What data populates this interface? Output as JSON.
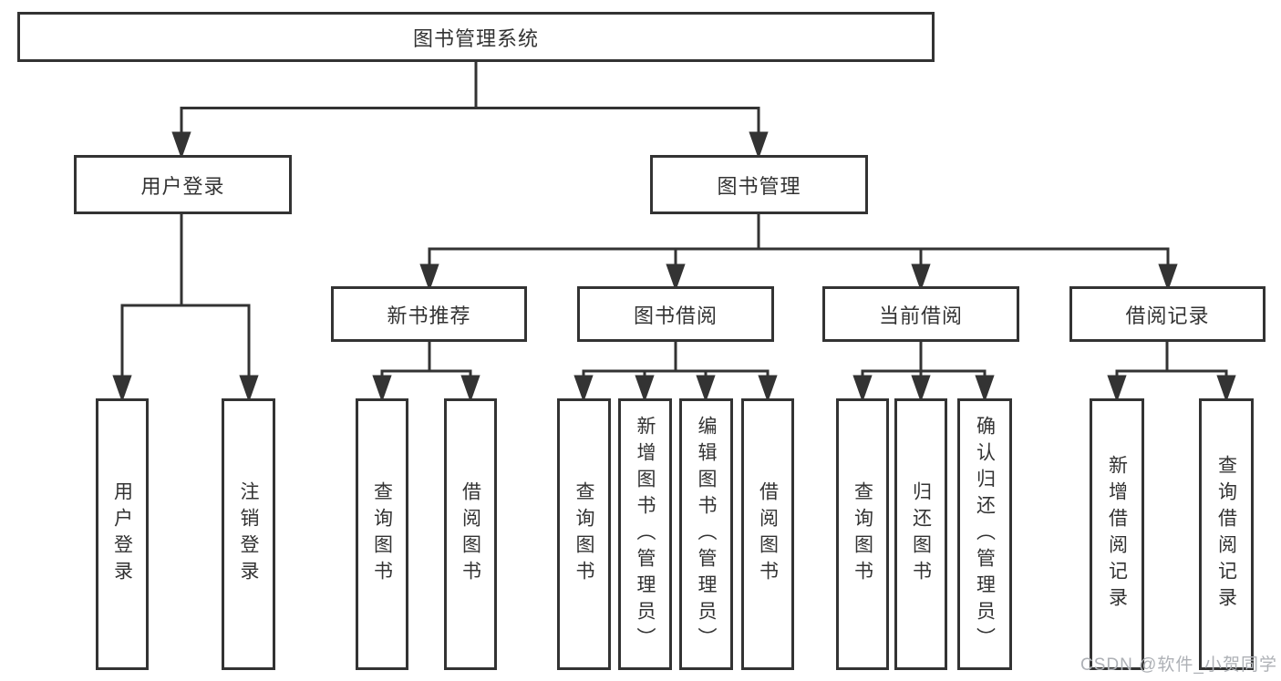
{
  "nodes": {
    "root": "图书管理系统",
    "level2": [
      "用户登录",
      "图书管理"
    ],
    "level3": [
      "新书推荐",
      "图书借阅",
      "当前借阅",
      "借阅记录"
    ],
    "leaves": [
      "用户登录",
      "注销登录",
      "查询图书",
      "借阅图书",
      "查询图书",
      "新增图书（管理员）",
      "编辑图书（管理员）",
      "借阅图书",
      "查询图书",
      "归还图书",
      "确认归还（管理员）",
      "新增借阅记录",
      "查询借阅记录"
    ]
  },
  "watermark": "CSDN @软件_小贺同学",
  "colors": {
    "line": "#333333",
    "box_border": "#333333",
    "box_fill": "#ffffff",
    "text": "#333333",
    "watermark": "#aeb1b6",
    "background": "#ffffff"
  }
}
